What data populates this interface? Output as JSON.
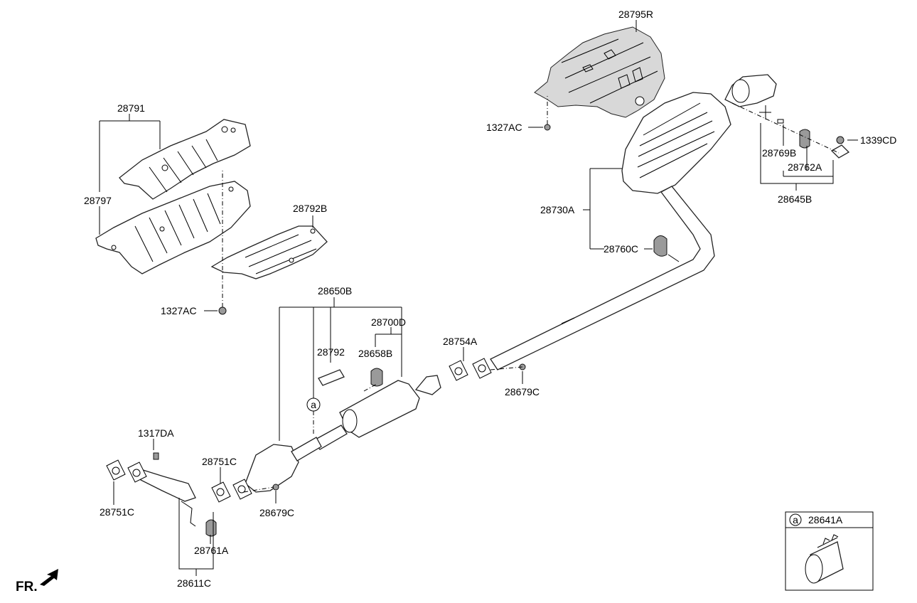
{
  "labels": {
    "p28795R": "28795R",
    "p1327AC_top": "1327AC",
    "p28791": "28791",
    "p28797": "28797",
    "p28792B": "28792B",
    "p1327AC_mid": "1327AC",
    "p28769B": "28769B",
    "p28762A": "28762A",
    "p28645B": "28645B",
    "p1339CD": "1339CD",
    "p28730A": "28730A",
    "p28760C": "28760C",
    "p28650B": "28650B",
    "p28700D": "28700D",
    "p28792": "28792",
    "p28658B": "28658B",
    "p28754A": "28754A",
    "p28679C_right": "28679C",
    "p1317DA": "1317DA",
    "p28751C_mid": "28751C",
    "p28751C_left": "28751C",
    "p28679C_low": "28679C",
    "p28761A": "28761A",
    "p28611C": "28611C",
    "callout_a": "a"
  },
  "inset": {
    "callout": "a",
    "part": "28641A"
  },
  "direction": {
    "label": "FR."
  }
}
